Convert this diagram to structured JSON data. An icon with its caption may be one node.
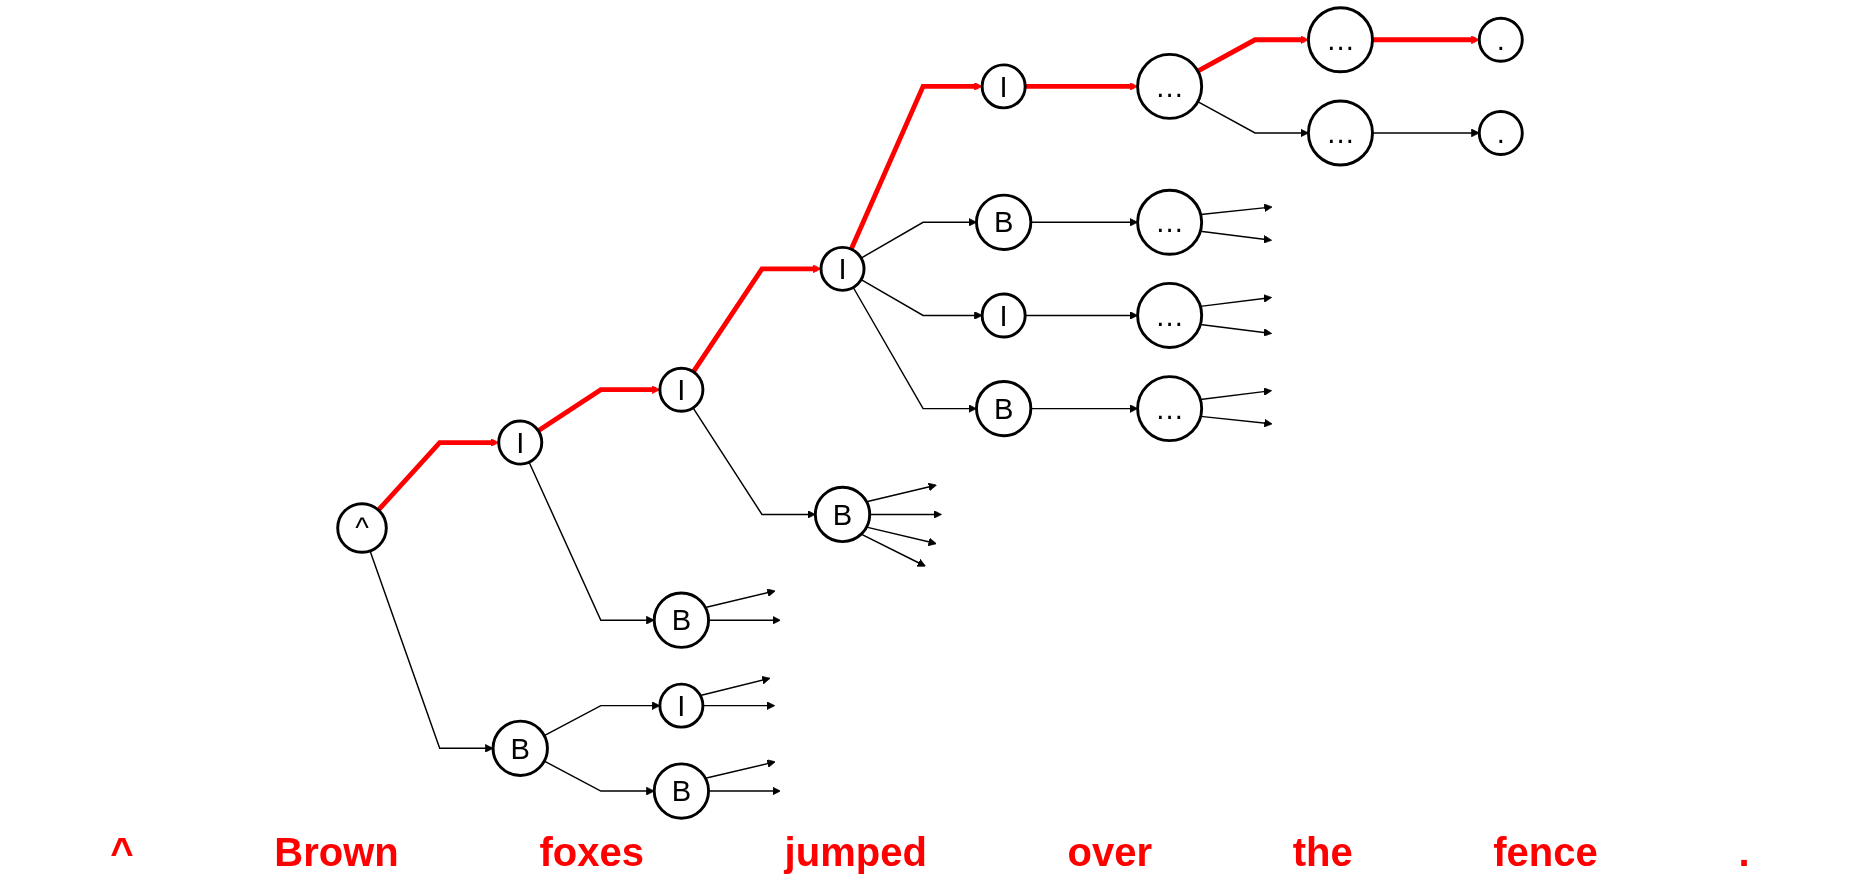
{
  "diagram": {
    "nodes": [
      {
        "text": [
          "^"
        ]
      },
      {
        "text": [
          "I"
        ]
      },
      {
        "text": [
          "B"
        ]
      },
      {
        "text": [
          "I"
        ]
      },
      {
        "text": [
          "B"
        ]
      },
      {
        "text": [
          "I"
        ]
      },
      {
        "text": [
          "B"
        ]
      },
      {
        "text": [
          "I"
        ]
      },
      {
        "text": [
          "B"
        ]
      },
      {
        "text": [
          "I"
        ]
      },
      {
        "text": [
          "B"
        ]
      },
      {
        "text": [
          "I"
        ]
      },
      {
        "text": [
          "B"
        ]
      },
      {
        "text": [
          "…"
        ]
      },
      {
        "text": [
          "…"
        ]
      },
      {
        "text": [
          "…"
        ]
      },
      {
        "text": [
          "…"
        ]
      },
      {
        "text": [
          "…"
        ]
      },
      {
        "text": [
          "…"
        ]
      },
      {
        "text": [
          "."
        ]
      },
      {
        "text": [
          "."
        ]
      }
    ],
    "edges": [
      {
        "from": 0,
        "to": 1,
        "arrow": "to",
        "style": "thick",
        "color": "#ff0000"
      },
      {
        "from": 0,
        "to": 2,
        "arrow": "to"
      },
      {
        "from": 1,
        "to": 3,
        "arrow": "to",
        "style": "thick",
        "color": "#ff0000"
      },
      {
        "from": 1,
        "to": 4,
        "arrow": "to"
      },
      {
        "from": 2,
        "to": 5,
        "arrow": "to"
      },
      {
        "from": 2,
        "to": 6,
        "arrow": "to"
      },
      {
        "from": 3,
        "to": 7,
        "arrow": "to",
        "style": "thick",
        "color": "#ff0000"
      },
      {
        "from": 3,
        "to": 8,
        "arrow": "to"
      },
      {
        "from": 4,
        "to": null,
        "arrow": "to"
      },
      {
        "from": 4,
        "to": null,
        "arrow": "to"
      },
      {
        "from": 5,
        "to": null,
        "arrow": "to"
      },
      {
        "from": 5,
        "to": null,
        "arrow": "to"
      },
      {
        "from": 6,
        "to": null,
        "arrow": "to"
      },
      {
        "from": 6,
        "to": null,
        "arrow": "to"
      },
      {
        "from": 7,
        "to": 9,
        "arrow": "to",
        "style": "thick",
        "color": "#ff0000"
      },
      {
        "from": 7,
        "to": 10,
        "arrow": "to"
      },
      {
        "from": 7,
        "to": 11,
        "arrow": "to"
      },
      {
        "from": 7,
        "to": 12,
        "arrow": "to"
      },
      {
        "from": 8,
        "to": null,
        "arrow": "to"
      },
      {
        "from": 8,
        "to": null,
        "arrow": "to"
      },
      {
        "from": 8,
        "to": null,
        "arrow": "to"
      },
      {
        "from": 8,
        "to": null,
        "arrow": "to"
      },
      {
        "from": 9,
        "to": 13,
        "arrow": "to",
        "style": "thick",
        "color": "#ff0000"
      },
      {
        "from": 10,
        "to": 14,
        "arrow": "to"
      },
      {
        "from": 11,
        "to": 15,
        "arrow": "to"
      },
      {
        "from": 12,
        "to": 16,
        "arrow": "to"
      },
      {
        "from": 13,
        "to": 17,
        "arrow": "to",
        "style": "thick",
        "color": "#ff0000"
      },
      {
        "from": 13,
        "to": 18,
        "arrow": "to"
      },
      {
        "from": 14,
        "to": null,
        "arrow": "to"
      },
      {
        "from": 14,
        "to": null,
        "arrow": "to"
      },
      {
        "from": 15,
        "to": null,
        "arrow": "to"
      },
      {
        "from": 15,
        "to": null,
        "arrow": "to"
      },
      {
        "from": 16,
        "to": null,
        "arrow": "to"
      },
      {
        "from": 16,
        "to": null,
        "arrow": "to"
      },
      {
        "from": 17,
        "to": 19,
        "arrow": "to",
        "style": "thick",
        "color": "#ff0000"
      },
      {
        "from": 18,
        "to": 20,
        "arrow": "to"
      }
    ],
    "labels": [
      "^",
      "Brown",
      "foxes",
      "jumped",
      "over",
      "the",
      "fence",
      "."
    ]
  }
}
